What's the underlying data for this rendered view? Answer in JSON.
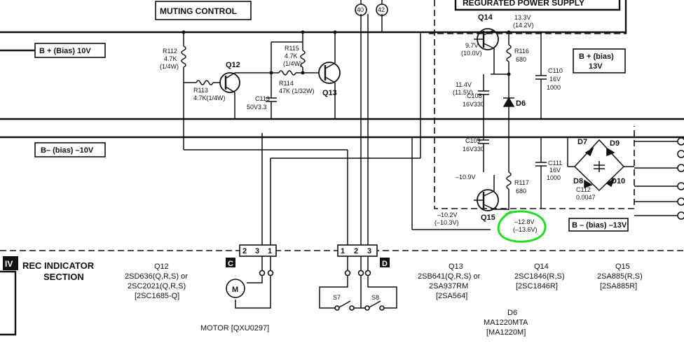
{
  "headers": {
    "muting_control": "MUTING CONTROL",
    "power_supply": "REGURATED POWER SUPPLY"
  },
  "pins": {
    "p40": "40",
    "p42": "42"
  },
  "rails": {
    "bplus": "B + (Bias) 10V",
    "bminus": "B– (bias) –10V",
    "bplus13_l1": "B + (bias)",
    "bplus13_l2": "13V",
    "bminus13": "B – (bias) –13V"
  },
  "components": {
    "r112": [
      "R112",
      "4.7K",
      "(1/​4W)"
    ],
    "r113": [
      "R113",
      "4.7K(1/​4W)"
    ],
    "r115": [
      "R115",
      "4.7K",
      "(1/4W)"
    ],
    "r114": [
      "R114",
      "47K (1/32W)"
    ],
    "c113": [
      "C113",
      "50V3.3"
    ],
    "q12": "Q12",
    "q13": "Q13",
    "q14": "Q14",
    "q15": "Q15",
    "r116": [
      "R116",
      "680"
    ],
    "c110": [
      "C110",
      "16V",
      "1000"
    ],
    "c108": [
      "C108",
      "16V330"
    ],
    "d6": "D6",
    "c109": [
      "C109",
      "16V330"
    ],
    "r117": [
      "R117",
      "680"
    ],
    "c111": [
      "C111",
      "16V",
      "1000"
    ],
    "d7": "D7",
    "d8": "D8",
    "d9": "D9",
    "d10": "D10",
    "c112": [
      "C112",
      "0.0047"
    ]
  },
  "voltages": {
    "q14_top": [
      "13.3V",
      "(14.2V)"
    ],
    "q14_base": [
      "9.7V",
      "(10.0V)"
    ],
    "c108_v": [
      "11.4V",
      "(11.5V)"
    ],
    "q15_base_top": "–10.9V",
    "q15_left": [
      "–10.2V",
      "(–10.3V)"
    ],
    "q15_right": [
      "–12.8V",
      "(–13.6V)"
    ]
  },
  "connectors": {
    "c_pins": [
      "2",
      "3",
      "1"
    ],
    "d_pins": [
      "1",
      "2",
      "3"
    ],
    "c_label": "C",
    "d_label": "D",
    "s7": "S7",
    "s8": "S8",
    "motor_symbol": "M",
    "motor_label": "MOTOR [QXU0297]"
  },
  "section": {
    "badge": "IV",
    "title_l1": "REC INDICATOR",
    "title_l2": "SECTION"
  },
  "parts_table": [
    {
      "id": "q12t",
      "lines": [
        "Q12",
        "2SD636(Q,R,S) or",
        "2SC2021(Q,R,S)",
        "[2SC1685-Q]"
      ]
    },
    {
      "id": "q13t",
      "lines": [
        "Q13",
        "2SB641(Q,R,S) or",
        "2SA937RM",
        "[2SA564]"
      ]
    },
    {
      "id": "q14t",
      "lines": [
        "Q14",
        "2SC1846(R,S)",
        "[2SC1846R]"
      ]
    },
    {
      "id": "q15t",
      "lines": [
        "Q15",
        "2SA885(R,S)",
        "[2SA885R]"
      ]
    },
    {
      "id": "d6t",
      "lines": [
        "D6",
        "MA1220MTA",
        "[MA1220M]"
      ]
    }
  ]
}
